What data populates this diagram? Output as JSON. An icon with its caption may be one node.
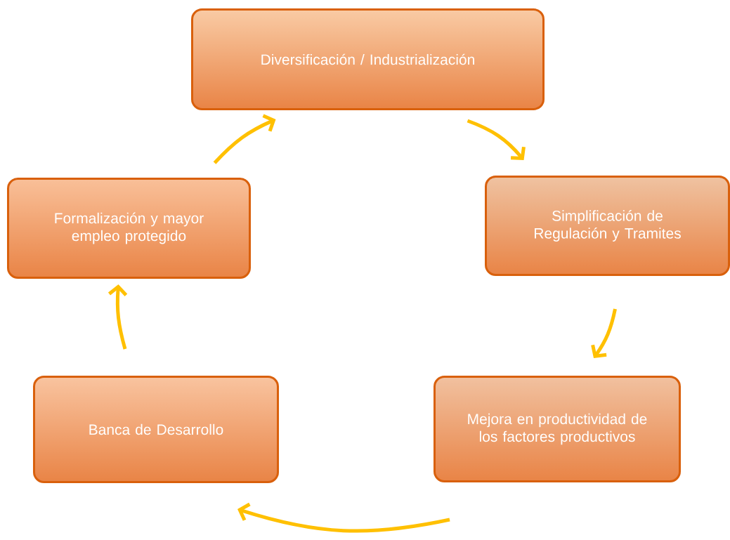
{
  "diagram": {
    "nodes": [
      {
        "text": [
          "Diversificación / Industrialización"
        ]
      },
      {
        "text": [
          "Formalización y mayor empleo protegido"
        ]
      },
      {
        "text": [
          "Simplificación de Regulación y Tramites"
        ]
      },
      {
        "text": [
          "Banca de Desarrollo"
        ]
      },
      {
        "text": [
          "Mejora en productividad de los factores productivos"
        ]
      }
    ],
    "edges": [
      {
        "from": 0,
        "to": 2,
        "arrow": "to"
      },
      {
        "from": 2,
        "to": 4,
        "arrow": "to"
      },
      {
        "from": 4,
        "to": 3,
        "arrow": "to"
      },
      {
        "from": 3,
        "to": 1,
        "arrow": "to"
      },
      {
        "from": 1,
        "to": 0,
        "arrow": "to"
      }
    ]
  }
}
